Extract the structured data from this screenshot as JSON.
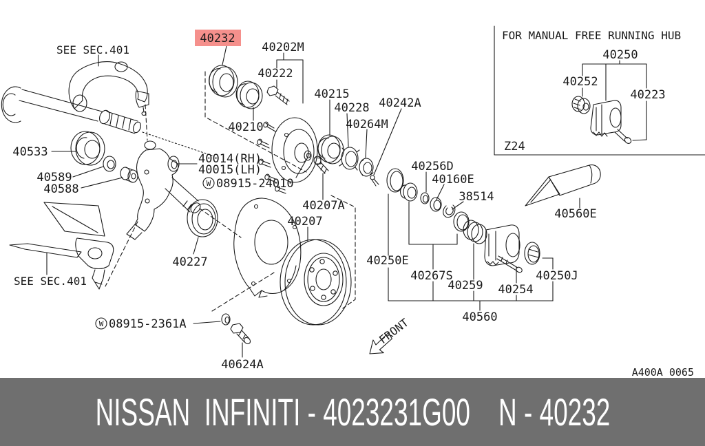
{
  "colors": {
    "line": "#1a1a1a",
    "highlight_bg": "#f5908c",
    "footer_bg": "#6f6f6f",
    "footer_fg": "#ffffff"
  },
  "footer": {
    "text": "NISSAN  INFINITI - 4023231G00    N - 40232"
  },
  "doc_code": "A400A 0065",
  "front_label": "FRONT",
  "washer_symbol": "W",
  "annotations": {
    "see_section_upper": "SEE SEC.401",
    "see_section_lower": "SEE SEC.401"
  },
  "inset": {
    "title": "FOR MANUAL FREE RUNNING HUB",
    "model_code": "Z24",
    "parts": {
      "p40250": "40250",
      "p40252": "40252",
      "p40223": "40223"
    }
  },
  "highlighted_part": "40232",
  "parts": {
    "p40232": "40232",
    "p40202M": "40202M",
    "p40222": "40222",
    "p40210": "40210",
    "p40533": "40533",
    "p40589": "40589",
    "p40588": "40588",
    "p40014": "40014(RH)",
    "p40015": "40015(LH)",
    "w24010": "08915-24010",
    "p40215": "40215",
    "p40228": "40228",
    "p40242A": "40242A",
    "p40264M": "40264M",
    "p40256D": "40256D",
    "p40160E": "40160E",
    "p38514": "38514",
    "p40560E": "40560E",
    "p40207A": "40207A",
    "p40207": "40207",
    "p40227": "40227",
    "p40250E": "40250E",
    "p40267S": "40267S",
    "p40259": "40259",
    "p40254": "40254",
    "p40250J": "40250J",
    "p40560": "40560",
    "w2361A": "08915-2361A",
    "p40624A": "40624A"
  }
}
